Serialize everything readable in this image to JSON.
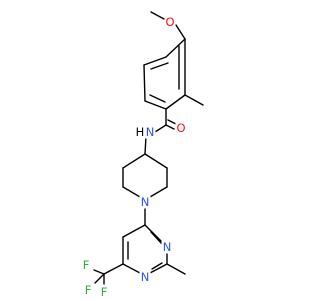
{
  "structure": {
    "atoms": [
      {
        "id": "o_methoxy",
        "label": "O",
        "color": "#ff0d0d"
      },
      {
        "id": "o_carbonyl",
        "label": "O",
        "color": "#ff0d0d"
      },
      {
        "id": "n_amide",
        "label": "N",
        "color": "#3050f8"
      },
      {
        "id": "h_amide",
        "label": "H",
        "color": "#000000"
      },
      {
        "id": "n_piperidine",
        "label": "N",
        "color": "#3050f8"
      },
      {
        "id": "n_pyrimidine_3",
        "label": "N",
        "color": "#3050f8"
      },
      {
        "id": "n_pyrimidine_1",
        "label": "N",
        "color": "#3050f8"
      },
      {
        "id": "f_1",
        "label": "F",
        "color": "#33aa33"
      },
      {
        "id": "f_2",
        "label": "F",
        "color": "#33aa33"
      },
      {
        "id": "f_3",
        "label": "F",
        "color": "#33aa33"
      }
    ]
  }
}
